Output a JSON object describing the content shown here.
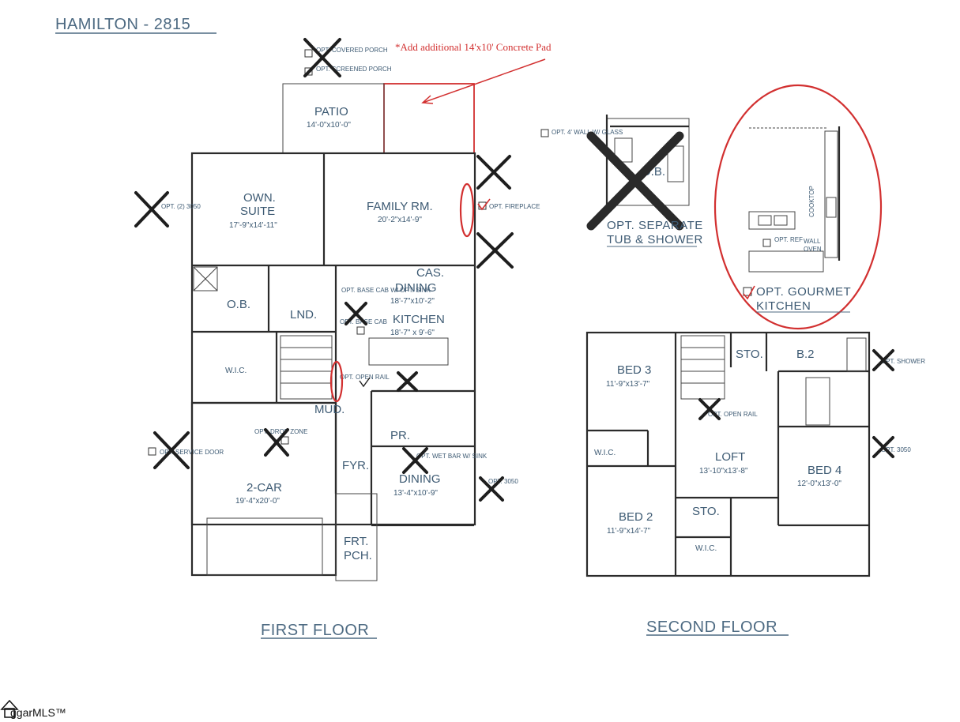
{
  "title": "HAMILTON - 2815",
  "annotation": "*Add additional 14'x10' Concrete Pad",
  "colors": {
    "text": "#3d5a73",
    "markup_red": "#d23030",
    "walls": "#2b2b2b"
  },
  "first_floor": {
    "heading": "FIRST FLOOR",
    "rooms": {
      "patio": {
        "name": "PATIO",
        "dim": "14'-0\"x10'-0\""
      },
      "owners_suite": {
        "name_1": "OWN.",
        "name_2": "SUITE",
        "dim": "17'-9\"x14'-11\""
      },
      "family_room": {
        "name": "FAMILY RM.",
        "dim": "20'-2\"x14'-9\""
      },
      "cas_dining": {
        "name_1": "CAS.",
        "name_2": "DINING",
        "dim": "18'-7\"x10'-2\""
      },
      "kitchen": {
        "name": "KITCHEN",
        "dim": "18'-7\" x 9'-6\""
      },
      "ob": {
        "name": "O.B."
      },
      "lnd": {
        "name": "LND."
      },
      "wic": {
        "name": "W.I.C."
      },
      "mud": {
        "name": "MUD."
      },
      "pr": {
        "name": "PR."
      },
      "fyr": {
        "name": "FYR."
      },
      "dining": {
        "name": "DINING",
        "dim": "13'-4\"x10'-9\""
      },
      "garage": {
        "name": "2-CAR",
        "dim": "19'-4\"x20'-0\""
      },
      "front_porch": {
        "name_1": "FRT.",
        "name_2": "PCH."
      }
    },
    "options": {
      "covered_porch": "OPT. COVERED PORCH",
      "screened_porch": "OPT. SCREENED PORCH",
      "opt_2_3050": "OPT. (2) 3050",
      "opt_fireplace": "OPT. FIREPLACE",
      "opt_base_cab": "OPT. BASE CAB W/ OPT. SINK",
      "opt_base_cab_2": "OPT. BASE CAB",
      "opt_open_rail": "OPT. OPEN RAIL",
      "opt_drop_zone": "OPT. DROP ZONE",
      "opt_service_door": "OPT. SERVICE DOOR",
      "opt_wet_bar": "OPT. WET BAR W/ SINK",
      "opt_3050": "OPT. 3050"
    }
  },
  "second_floor": {
    "heading": "SECOND FLOOR",
    "rooms": {
      "bed3": {
        "name": "BED 3",
        "dim": "11'-9\"x13'-7\""
      },
      "sto_top": {
        "name": "STO."
      },
      "b2": {
        "name": "B.2"
      },
      "loft": {
        "name": "LOFT",
        "dim": "13'-10\"x13'-8\""
      },
      "bed4": {
        "name": "BED 4",
        "dim": "12'-0\"x13'-0\""
      },
      "wic": {
        "name": "W.I.C."
      },
      "bed2": {
        "name": "BED 2",
        "dim": "11'-9\"x14'-7\""
      },
      "sto_bottom": {
        "name": "STO."
      },
      "wic2": {
        "name": "W.I.C."
      }
    },
    "options": {
      "opt_shower": "OPT. SHOWER",
      "opt_3050": "OPT. 3050",
      "opt_open_rail": "OPT. OPEN RAIL"
    }
  },
  "inset_bath": {
    "opt_glass": "OPT. 4' WALL W/ GLASS",
    "ob_label": "O.B.",
    "caption_1": "OPT. SEPARATE",
    "caption_2": "TUB & SHOWER"
  },
  "inset_kitchen": {
    "cooktop": "COOKTOP",
    "wall_oven_1": "WALL",
    "wall_oven_2": "OVEN",
    "opt_ref": "OPT. REF",
    "caption_1": "OPT. GOURMET",
    "caption_2": "KITCHEN"
  },
  "watermark": "ggarMLS™",
  "watermark_icon": "house-icon"
}
